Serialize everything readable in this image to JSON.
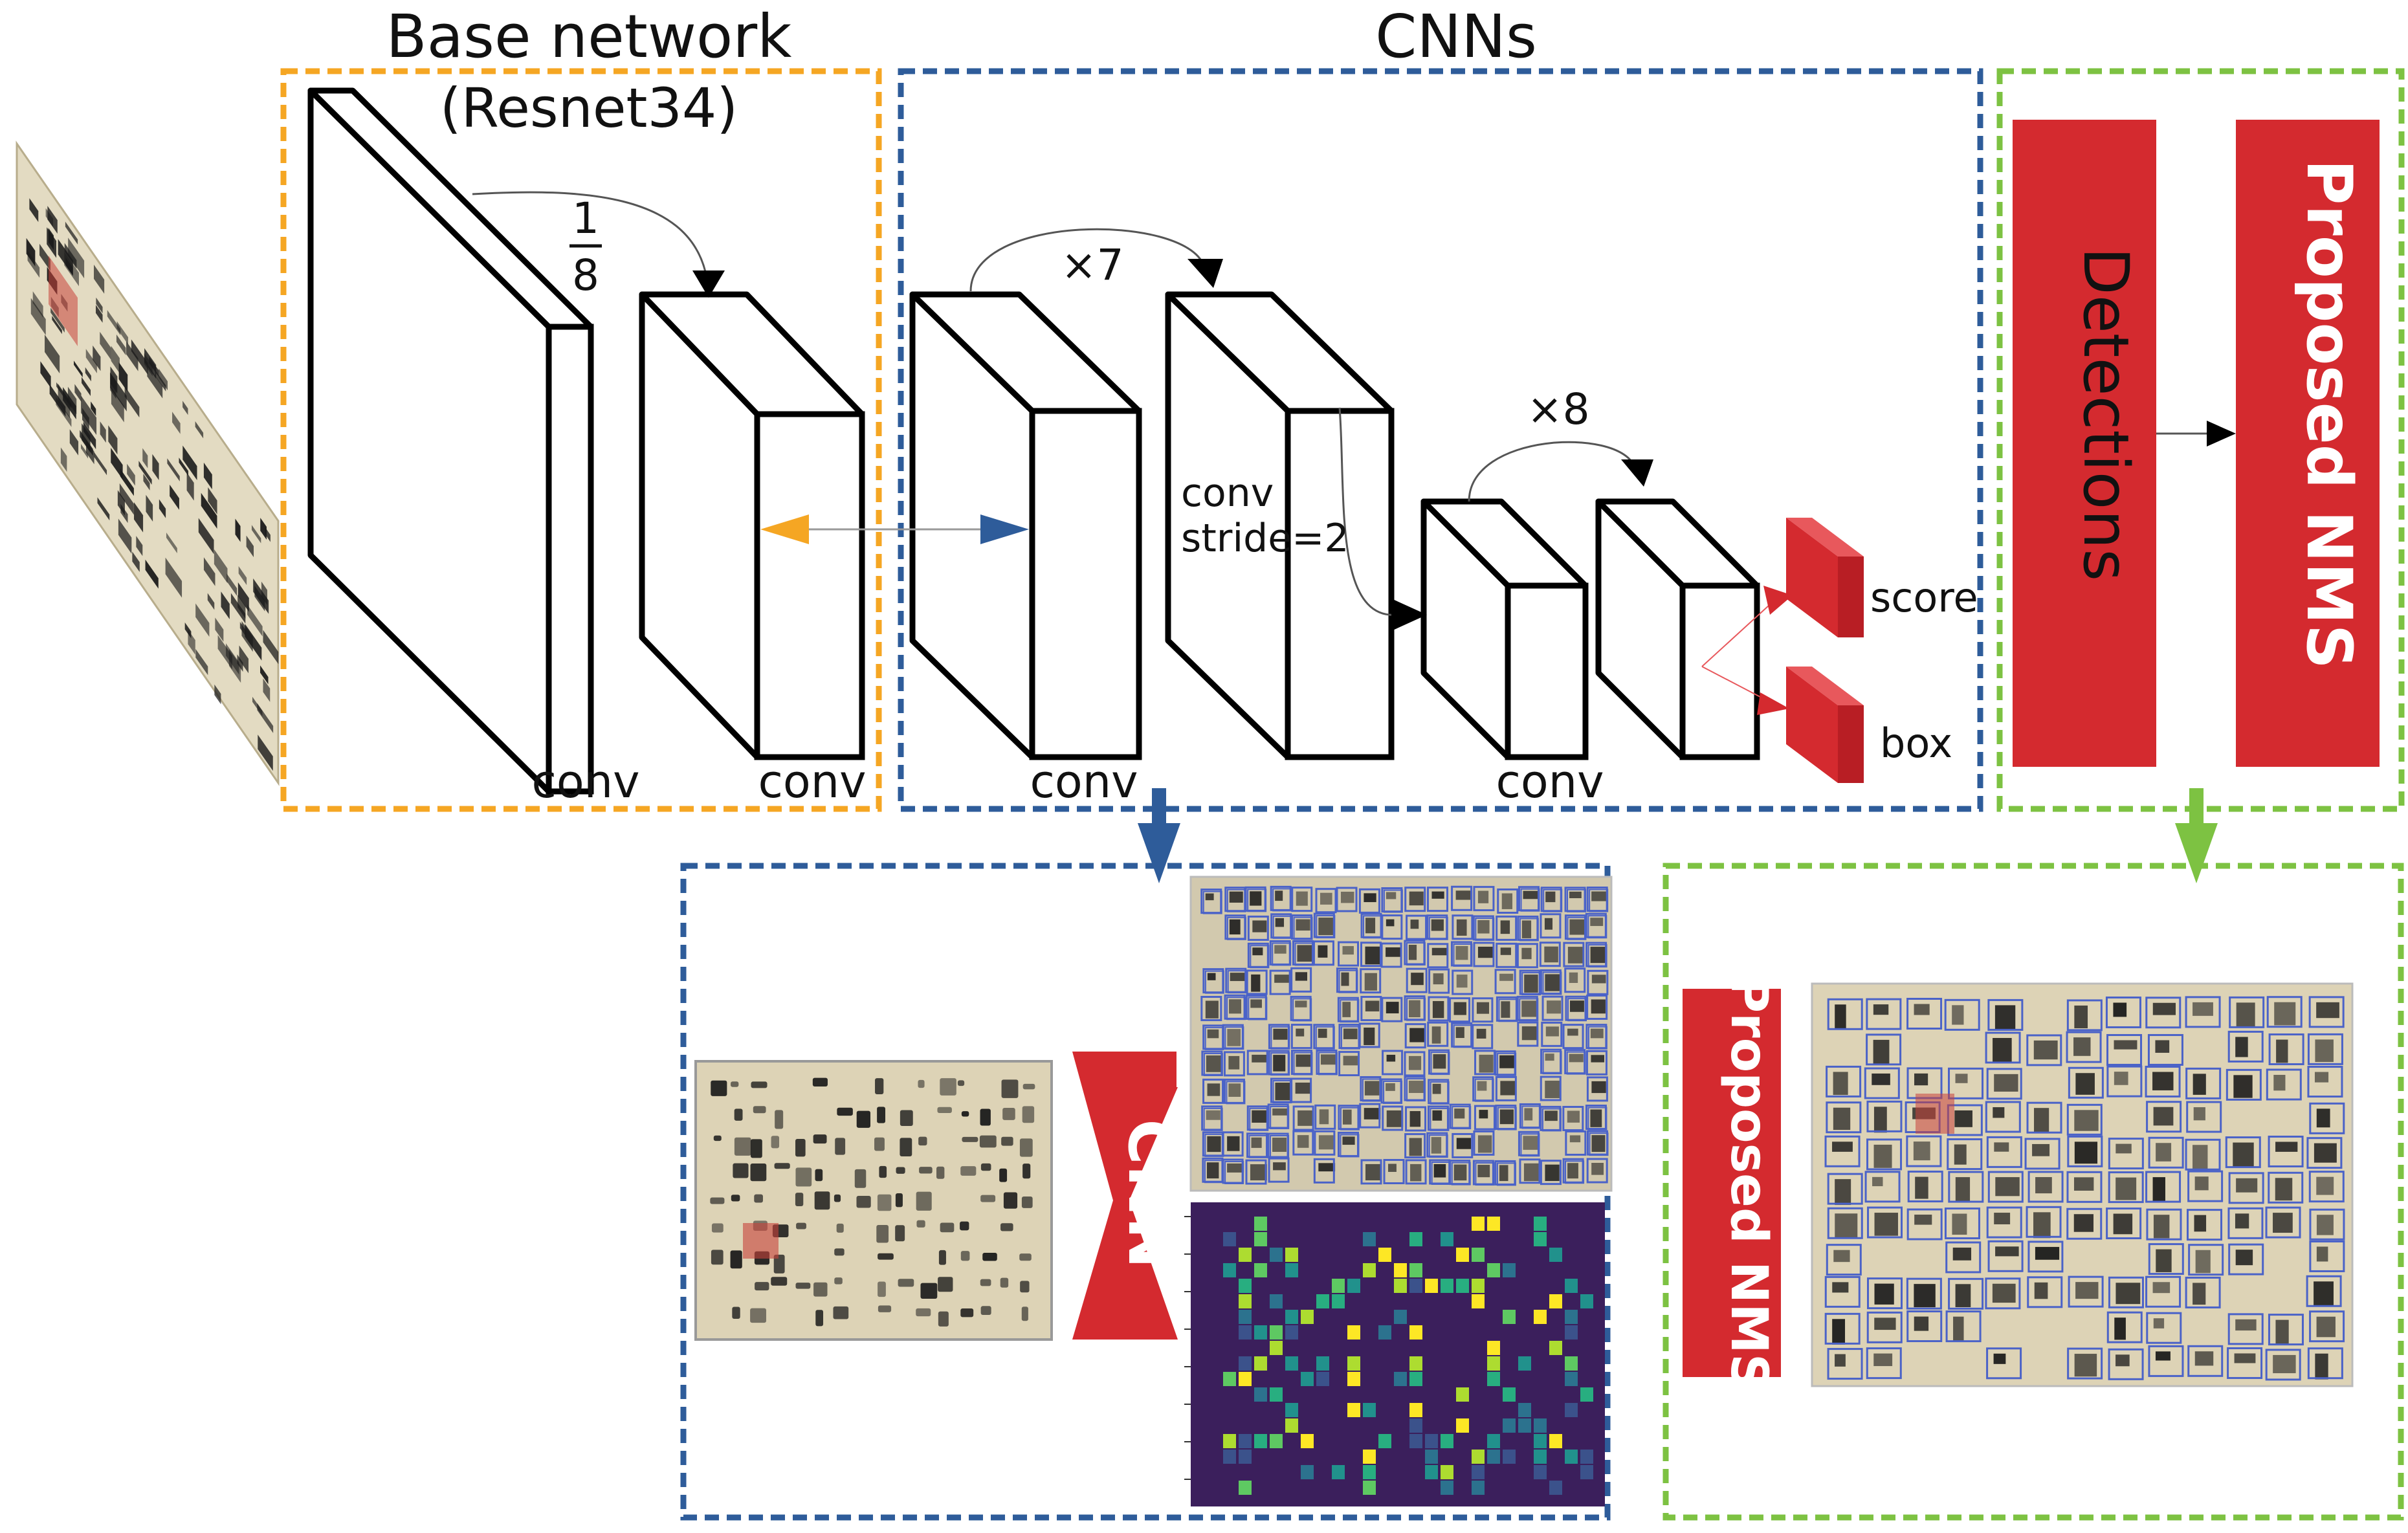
{
  "titles": {
    "base_network": "Base network",
    "base_network_sub": "(Resnet34)",
    "cnns": "CNNs"
  },
  "scale": {
    "numerator": "1",
    "denominator": "8"
  },
  "repeat": {
    "x7": "×7",
    "x8": "×8"
  },
  "labels": {
    "conv": "conv",
    "conv_stride_line1": "conv",
    "conv_stride_line2": "stride=2",
    "score": "score",
    "box": "box"
  },
  "red_blocks": {
    "detections": "Detections",
    "proposed_nms": "Proposed NMS",
    "cnn": "CNN",
    "proposed_nms_bottom": "Proposed NMS"
  },
  "colors": {
    "orange": "#f5a623",
    "blue_dark": "#2e5c9a",
    "green": "#7dc242",
    "red": "#d42a2f",
    "heatmap_bg": "#3b1f5c",
    "paper": "#e7dfc9",
    "ink": "#1a1a1a",
    "detect_box": "#4a62c8"
  }
}
